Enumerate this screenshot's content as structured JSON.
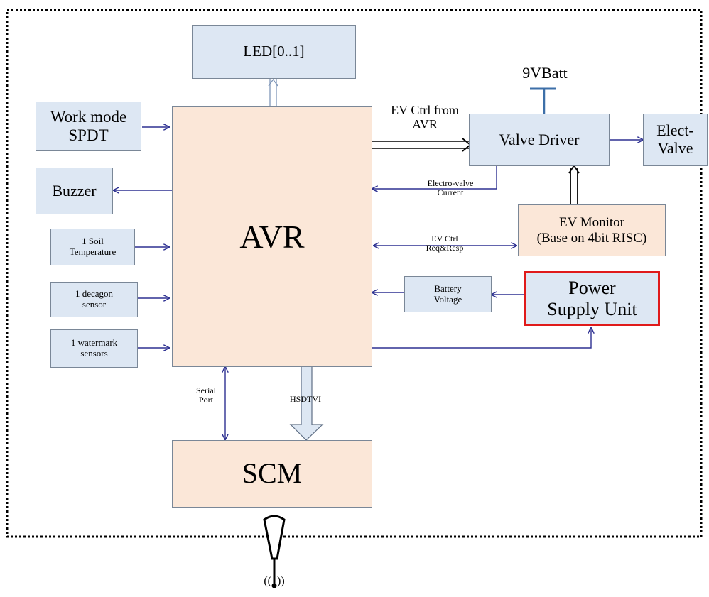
{
  "blocks": {
    "led": "LED[0..1]",
    "work_mode": "Work mode\nSPDT",
    "buzzer": "Buzzer",
    "soil_temp": "1 Soil\nTemperature",
    "decagon": "1 decagon\nsensor",
    "watermark": "1 watermark\nsensors",
    "avr": "AVR",
    "valve_driver": "Valve Driver",
    "elect_valve": "Elect-\nValve",
    "ev_monitor": "EV Monitor\n(Base on 4bit RISC)",
    "battery_voltage": "Battery\nVoltage",
    "power_supply": "Power\nSupply Unit",
    "scm": "SCM"
  },
  "labels": {
    "battery": "9VBatt",
    "ev_ctrl_from_avr": "EV Ctrl from\nAVR",
    "electro_valve_current": "Electro-valve\nCurrent",
    "ev_ctrl_req_resp": "EV Ctrl\nReq&Resp",
    "serial_port": "Serial\nPort",
    "hsdtvi": "HSDTVI"
  },
  "colors": {
    "peripheral_fill": "#dde7f3",
    "controller_fill": "#fbe7d8",
    "connector": "#2e3192",
    "highlight_border": "#e01a1a"
  }
}
